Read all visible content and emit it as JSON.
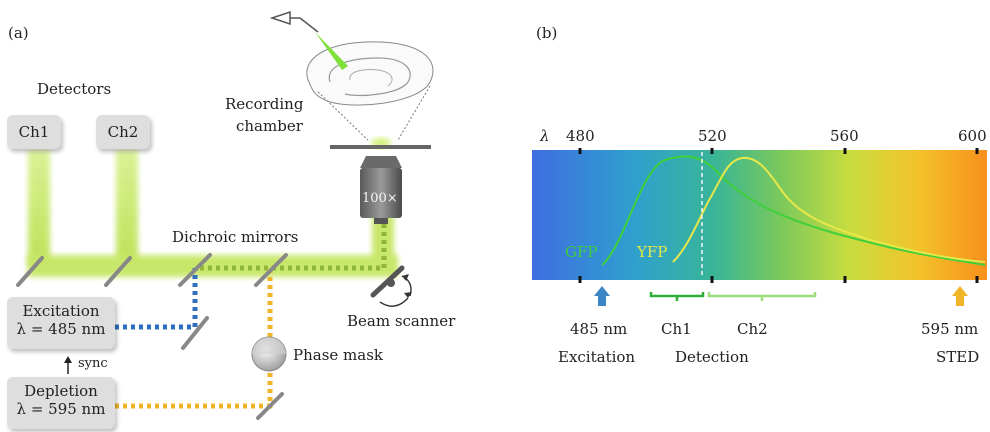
{
  "panel_a": {
    "label": "(a)",
    "detectors_title": "Detectors",
    "ch1": "Ch1",
    "ch2": "Ch2",
    "recording_chamber_line1": "Recording",
    "recording_chamber_line2": "chamber",
    "objective": "100×",
    "dichroic": "Dichroic mirrors",
    "beam_scanner": "Beam scanner",
    "phase_mask": "Phase mask",
    "excitation_line1": "Excitation",
    "excitation_line2": "λ = 485 nm",
    "sync": "sync",
    "depletion_line1": "Depletion",
    "depletion_line2": "λ = 595 nm"
  },
  "panel_b": {
    "label": "(b)",
    "lambda": "λ",
    "ticks": [
      "480",
      "520",
      "560",
      "600"
    ],
    "gfp": "GFP",
    "yfp": "YFP",
    "bottom_labels": [
      "485 nm",
      "Ch1",
      "Ch2",
      "595 nm"
    ],
    "roles": [
      "Excitation",
      "Detection",
      "STED"
    ]
  },
  "colors": {
    "excitation_beam": "#2f6fbf",
    "depletion_beam": "#f0b429",
    "fluorescence_beam": "#b9e04a",
    "gfp_curve": "#3fcf3a",
    "yfp_curve": "#e6e84a"
  }
}
